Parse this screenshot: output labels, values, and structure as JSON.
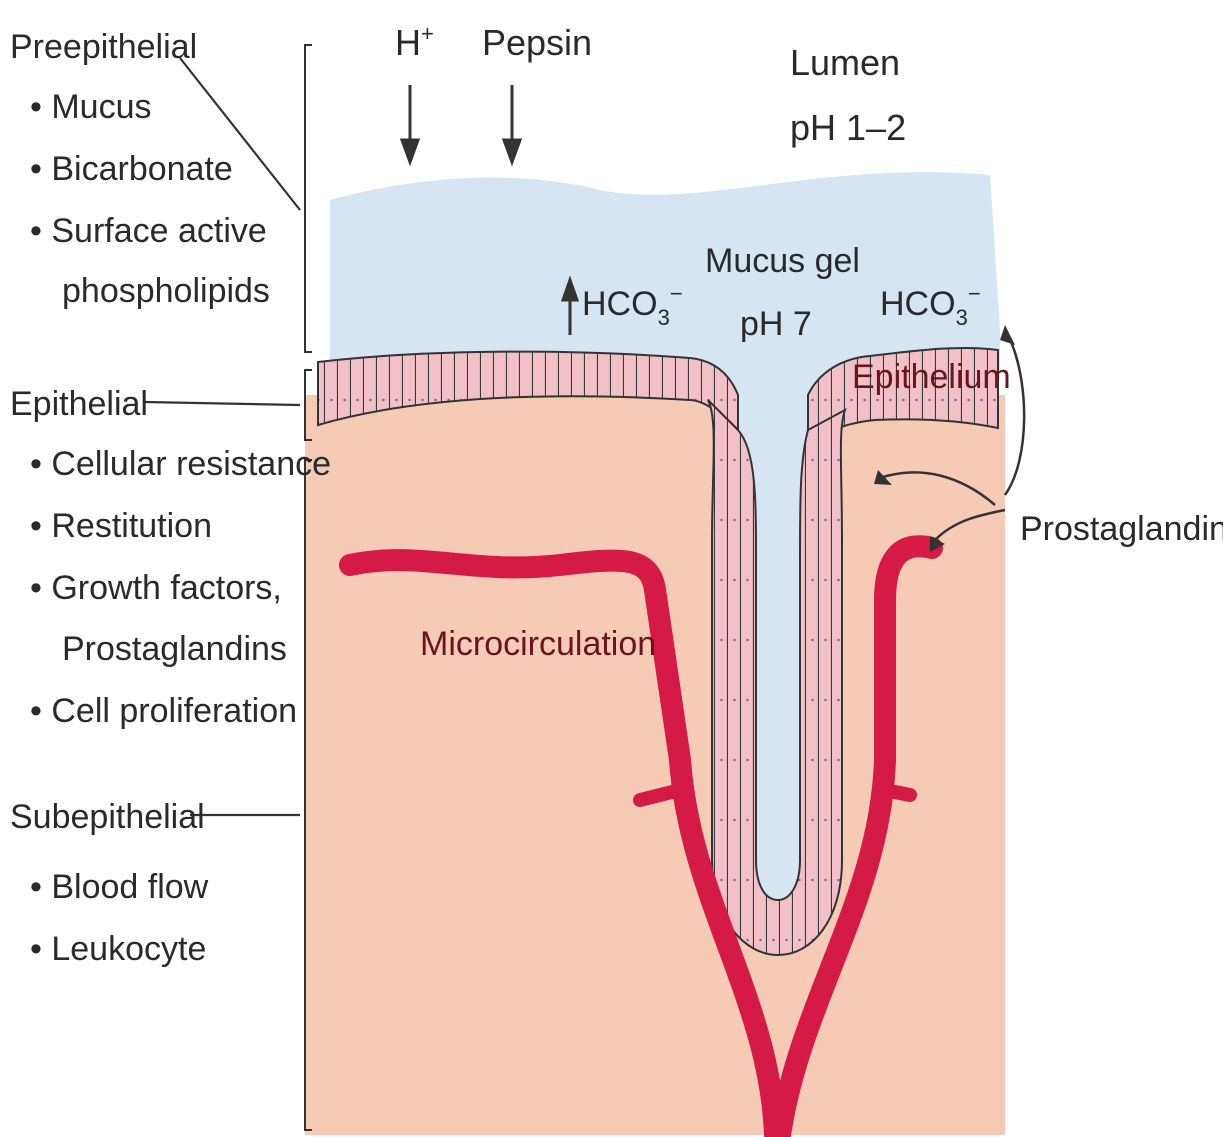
{
  "left_panel": {
    "preepithelial": {
      "title": "Preepithelial",
      "items": [
        "Mucus",
        "Bicarbonate",
        "Surface active",
        "phospholipids"
      ]
    },
    "epithelial": {
      "title": "Epithelial",
      "items": [
        "Cellular resistance",
        "Restitution",
        "Growth factors,",
        "Prostaglandins",
        "Cell proliferation"
      ]
    },
    "subepithelial": {
      "title": "Subepithelial",
      "items": [
        "Blood flow",
        "Leukocyte"
      ]
    }
  },
  "top_labels": {
    "h_plus": "H",
    "h_plus_sup": "+",
    "pepsin": "Pepsin",
    "lumen": "Lumen",
    "lumen_ph": "pH 1–2"
  },
  "layer_labels": {
    "hco3_left": "HCO",
    "hco3_left_sub": "3",
    "hco3_left_sup": "−",
    "mucus_gel": "Mucus gel",
    "mucus_ph": "pH 7",
    "hco3_right": "HCO",
    "hco3_right_sub": "3",
    "hco3_right_sup": "−",
    "epithelium": "Epithelium",
    "prostaglandins": "Prostaglandins",
    "microcirculation": "Microcirculation"
  },
  "colors": {
    "lumen_mucus": "#d5e5f1",
    "submucosa": "#f5cbb5",
    "epithelium_fill": "#f2c0c9",
    "vessel": "#d41a45",
    "line": "#333333"
  }
}
